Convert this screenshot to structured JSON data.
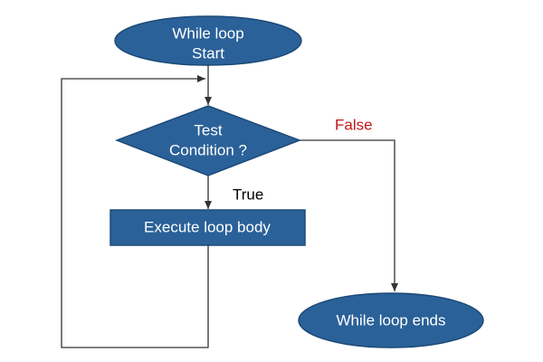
{
  "diagram": {
    "start": {
      "line1": "While loop",
      "line2": "Start"
    },
    "decision": {
      "line1": "Test",
      "line2": "Condition ?"
    },
    "process": {
      "label": "Execute loop body"
    },
    "end": {
      "label": "While loop ends"
    },
    "labels": {
      "true": "True",
      "false": "False"
    }
  },
  "colors": {
    "node_fill": "#2a6198",
    "node_stroke": "#1d4a78",
    "false_label": "#c0191b",
    "true_label": "#000000",
    "edge": "#333333"
  }
}
